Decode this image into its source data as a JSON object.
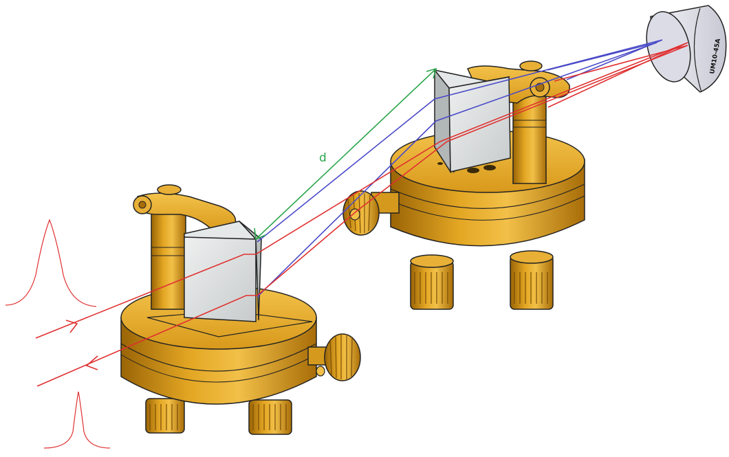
{
  "labels": {
    "distance": "d",
    "mirror_engraving": "UM10-45A"
  },
  "colors": {
    "beam_red": "#e03030",
    "beam_blue": "#4a4ac8",
    "distance_green": "#2aa64a",
    "mount_gold": "#d79a1a",
    "mount_gold_dark": "#a86d08",
    "prism_grey": "#d8dcdc",
    "mirror_lilac": "#dcdce6"
  },
  "icons": {
    "input_pulse": "gaussian-pulse-broad",
    "output_pulse": "gaussian-pulse-narrow",
    "direction_arrow": "open-arrowhead"
  }
}
